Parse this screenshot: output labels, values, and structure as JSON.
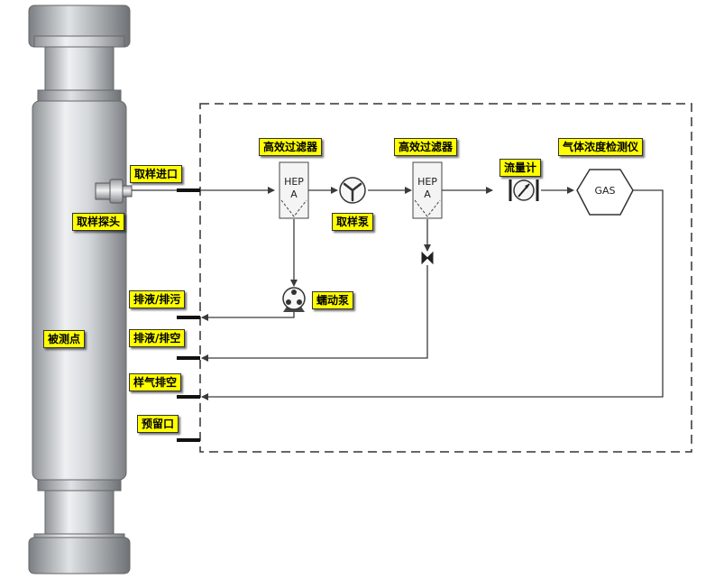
{
  "labels": {
    "sampling_inlet": "取样进口",
    "sampling_probe": "取样探头",
    "measured_point": "被测点",
    "hepa_filter_1": "高效过滤器",
    "hepa_filter_2": "高效过滤器",
    "flowmeter": "流量计",
    "gas_analyzer": "气体浓度检测仪",
    "sampling_pump": "取样泵",
    "peristaltic_pump": "蠕动泵",
    "drain_waste": "排液/排污",
    "drain_vent": "排液/排空",
    "sample_gas_vent": "样气排空",
    "reserved_port": "预留口"
  },
  "components": {
    "hepa_text_line1": "HEP",
    "hepa_text_line2": "A",
    "gas_text": "GAS"
  },
  "colors": {
    "label_bg": "#ffff00",
    "pipe": "#3a3a3a",
    "port": "#111111",
    "cylinder": "#c9ccd0"
  }
}
